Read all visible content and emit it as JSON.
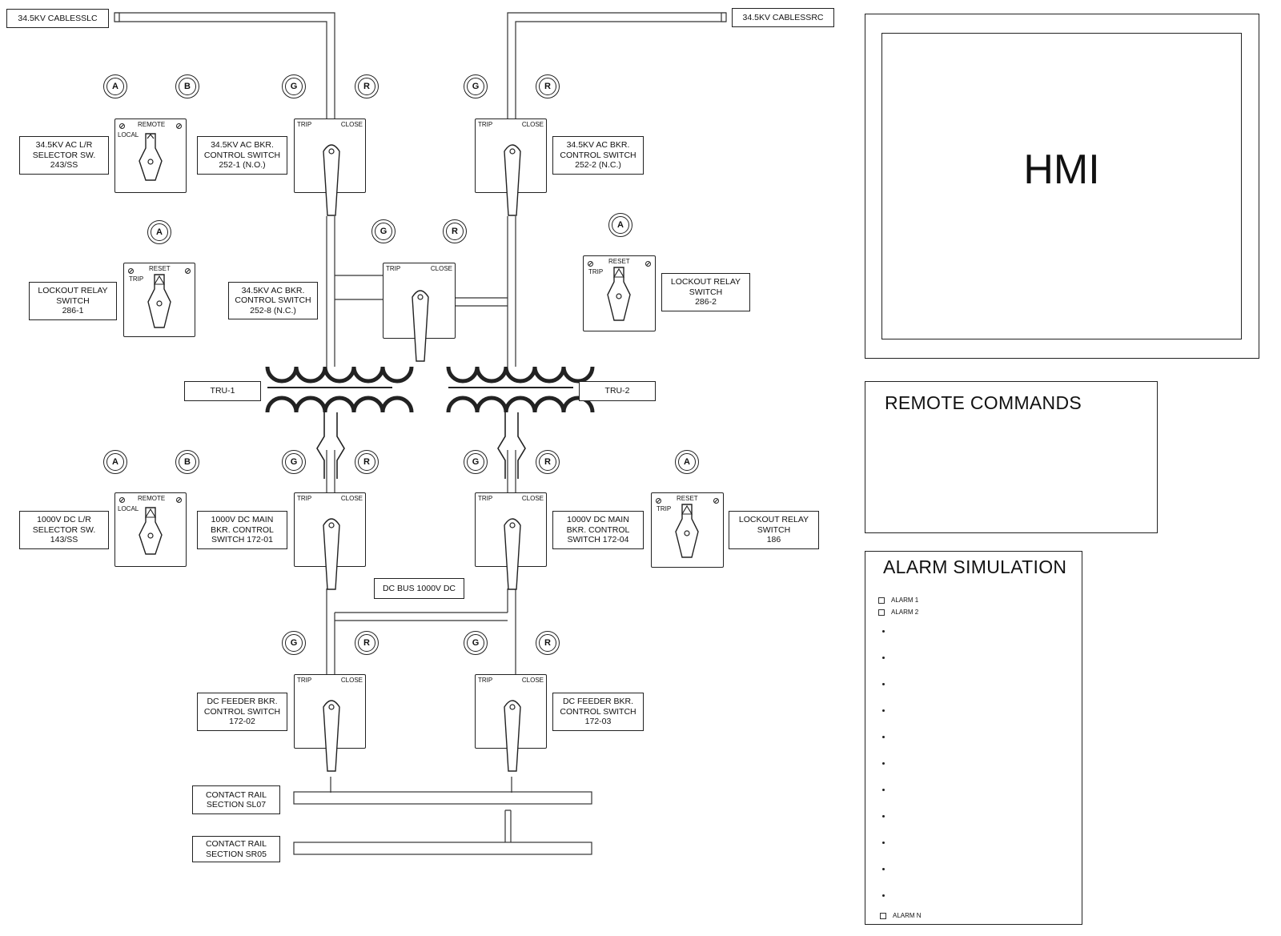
{
  "cables": {
    "left": "34.5KV CABLESSLC",
    "right": "34.5KV CABLESSRC"
  },
  "indicators": {
    "A": "A",
    "B": "B",
    "G": "G",
    "R": "R"
  },
  "switch_text": {
    "trip": "TRIP",
    "close": "CLOSE",
    "remote": "REMOTE",
    "local": "LOCAL",
    "reset": "RESET"
  },
  "labels": {
    "sel_ac": [
      "34.5KV AC L/R",
      "SELECTOR SW.",
      "243/SS"
    ],
    "bkr_252_1": [
      "34.5KV AC BKR.",
      "CONTROL SWITCH",
      "252-1 (N.O.)"
    ],
    "bkr_252_2": [
      "34.5KV AC BKR.",
      "CONTROL SWITCH",
      "252-2 (N.C.)"
    ],
    "bkr_252_8": [
      "34.5KV AC BKR.",
      "CONTROL SWITCH",
      "252-8 (N.C.)"
    ],
    "lockout_286_1": [
      "LOCKOUT RELAY",
      "SWITCH",
      "286-1"
    ],
    "lockout_286_2": [
      "LOCKOUT RELAY",
      "SWITCH",
      "286-2"
    ],
    "tru1": [
      "TRU-1"
    ],
    "tru2": [
      "TRU-2"
    ],
    "sel_dc": [
      "1000V DC L/R",
      "SELECTOR SW.",
      "143/SS"
    ],
    "dc_main_172_01": [
      "1000V DC MAIN",
      "BKR. CONTROL",
      "SWITCH 172-01"
    ],
    "dc_main_172_04": [
      "1000V DC MAIN",
      "BKR. CONTROL",
      "SWITCH 172-04"
    ],
    "lockout_186": [
      "LOCKOUT RELAY",
      "SWITCH",
      "186"
    ],
    "dc_bus": [
      "DC BUS 1000V DC"
    ],
    "feeder_172_02": [
      "DC FEEDER BKR.",
      "CONTROL SWITCH",
      "172-02"
    ],
    "feeder_172_03": [
      "DC FEEDER BKR.",
      "CONTROL SWITCH",
      "172-03"
    ],
    "rail_sl07": [
      "CONTACT RAIL",
      "SECTION SL07"
    ],
    "rail_sr05": [
      "CONTACT RAIL",
      "SECTION SR05"
    ]
  },
  "hmi": {
    "title": "HMI"
  },
  "remote_commands": {
    "title": "REMOTE COMMANDS"
  },
  "alarm_simulation": {
    "title": "ALARM SIMULATION",
    "alarms": [
      "ALARM 1",
      "ALARM 2"
    ],
    "last_alarm": "ALARM  N"
  }
}
